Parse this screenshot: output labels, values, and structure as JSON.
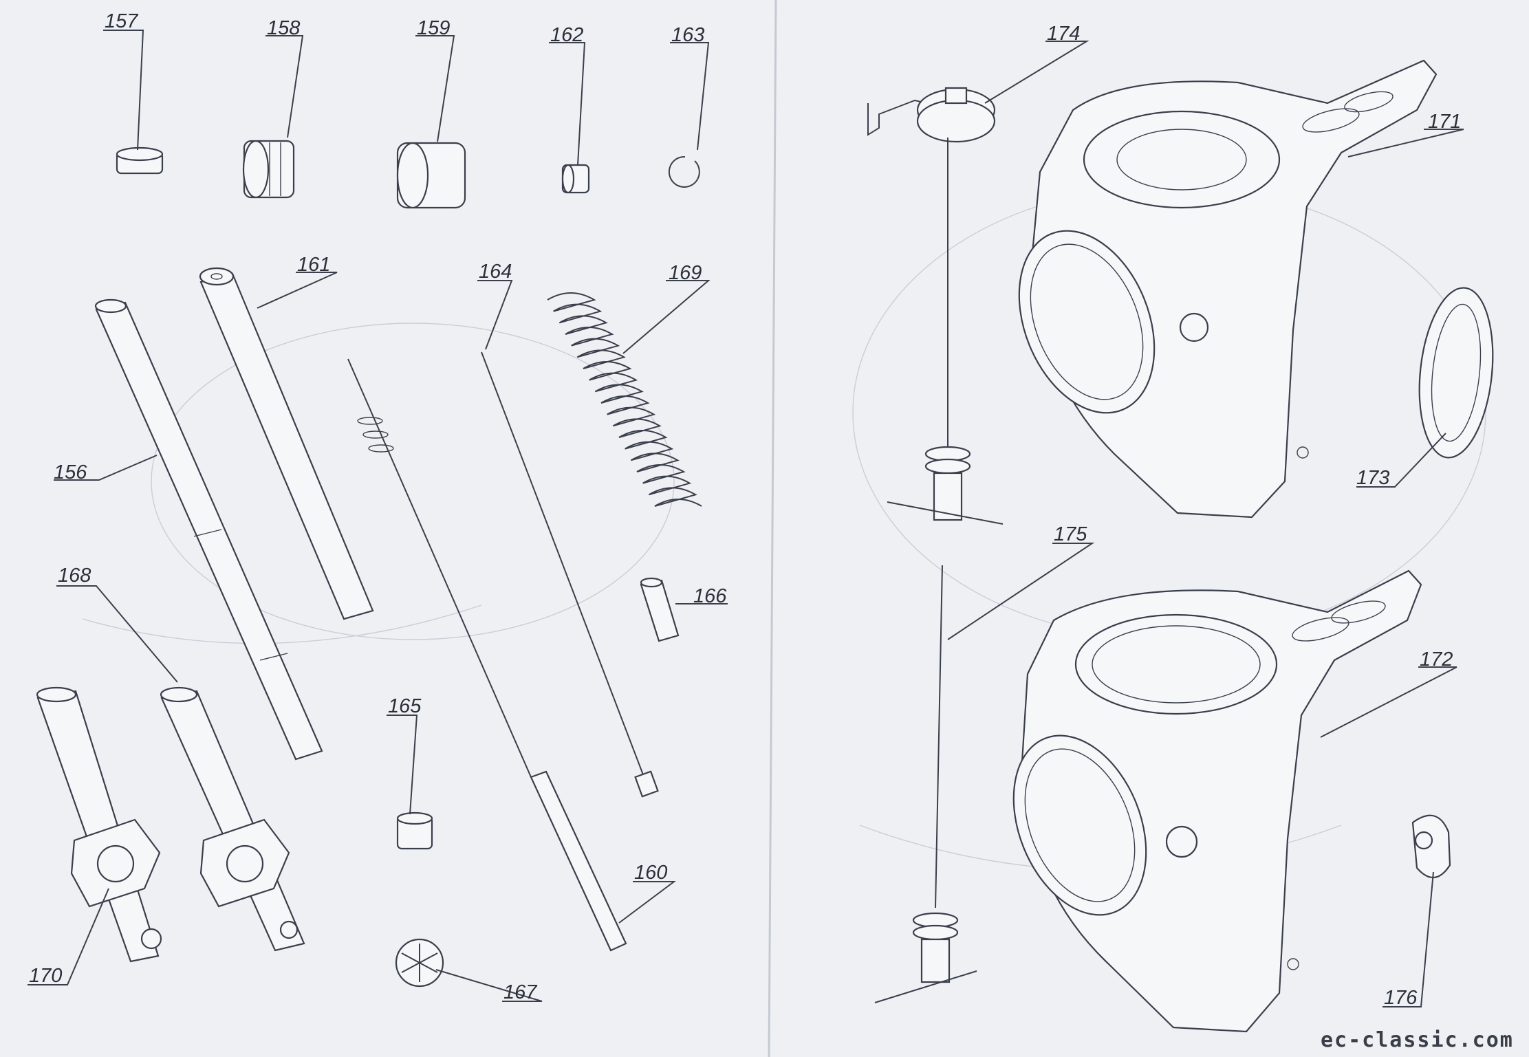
{
  "diagram": {
    "labels": [
      "157",
      "158",
      "159",
      "162",
      "163",
      "161",
      "164",
      "169",
      "156",
      "166",
      "168",
      "165",
      "170",
      "160",
      "167",
      "174",
      "171",
      "173",
      "175",
      "172",
      "176"
    ]
  },
  "watermark": "ec-classic.com",
  "colors": {
    "paper": "#eef0f3",
    "ink": "#3a3f4c"
  }
}
